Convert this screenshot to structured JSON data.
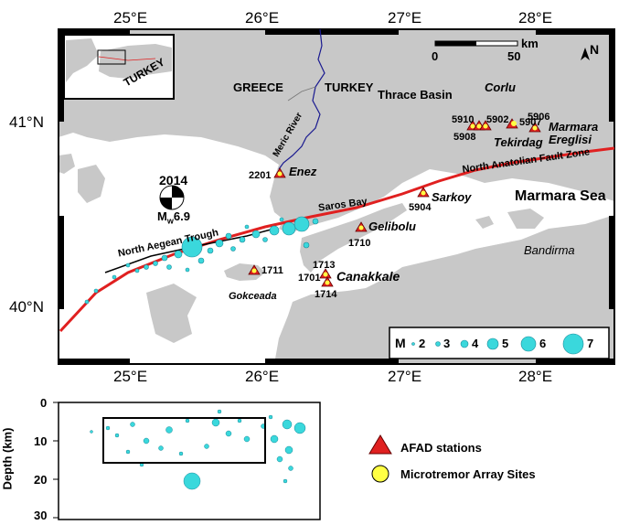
{
  "map": {
    "lon_labels": [
      "25°E",
      "26°E",
      "27°E",
      "28°E"
    ],
    "lat_labels": [
      "41°N",
      "40°N"
    ],
    "countries": [
      "GREECE",
      "TURKEY"
    ],
    "inset_label": "TURKEY",
    "regions": {
      "thrace": "Thrace Basin",
      "marmara": "Marmara Sea",
      "saros": "Saros Bay",
      "naf": "North Anatolian Fault Zone",
      "trough": "North Aegean Trough",
      "meric": "Meric River"
    },
    "cities": {
      "corlu": "Corlu",
      "tekirdag": "Tekirdag",
      "marmara_ereglisi": "Marmara Ereglisi",
      "enez": "Enez",
      "sarkoy": "Sarkoy",
      "gelibolu": "Gelibolu",
      "canakkale": "Canakkale",
      "gokceada": "Gokceada",
      "bandirma": "Bandirma"
    },
    "stations": {
      "s5907": "5907",
      "s5910": "5910",
      "s5902": "5902",
      "s5908": "5908",
      "s5906": "5906",
      "s2201": "2201",
      "s5904": "5904",
      "s1710": "1710",
      "s1711": "1711",
      "s1713": "1713",
      "s1701": "1701",
      "s1714": "1714"
    },
    "event": {
      "year": "2014",
      "mag_prefix": "M",
      "mag_sub": "w",
      "mag_value": "6.9"
    },
    "scale_bar": {
      "start": "0",
      "end": "50",
      "unit": "km"
    },
    "north_arrow": "N",
    "magnitude_legend": {
      "title": "M",
      "values": [
        "2",
        "3",
        "4",
        "5",
        "6",
        "7"
      ]
    },
    "colors": {
      "land": "#c8c8c8",
      "sea": "#ffffff",
      "fault": "#e02020",
      "quake": "#3ad8dc",
      "station": "#e02020",
      "array_site": "#ffff44"
    }
  },
  "depth_section": {
    "ylabel": "Depth (km)",
    "yticks": [
      "0",
      "10",
      "20",
      "30"
    ]
  },
  "legend": {
    "afad": "AFAD stations",
    "microtremor": "Microtremor Array Sites"
  }
}
